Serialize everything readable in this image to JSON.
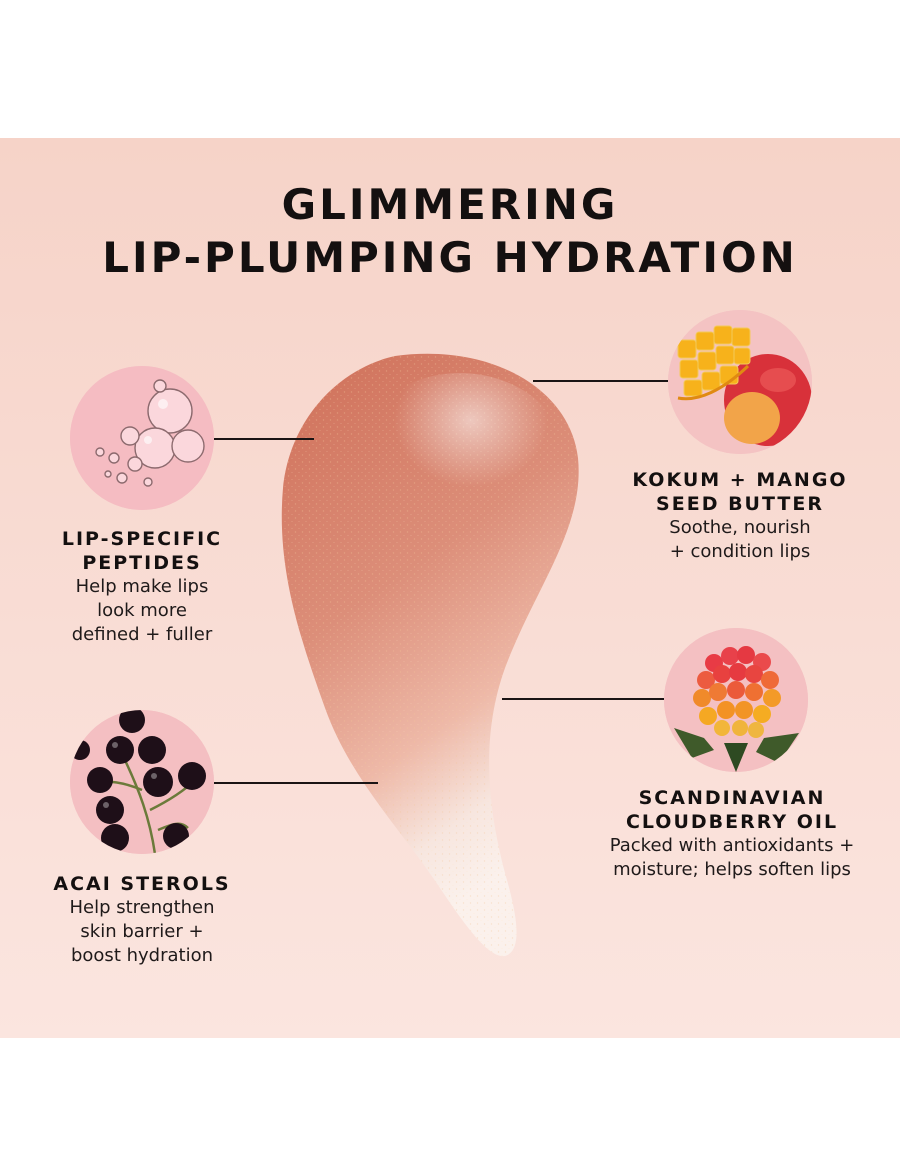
{
  "title": {
    "line1": "GLIMMERING",
    "line2": "LIP-PLUMPING HYDRATION"
  },
  "ingredients": [
    {
      "name_line1": "LIP-SPECIFIC",
      "name_line2": "PEPTIDES",
      "desc_line1": "Help make lips",
      "desc_line2": "look more",
      "desc_line3": "defined + fuller",
      "icon": "oil-bubbles-icon"
    },
    {
      "name_line1": "ACAI STEROLS",
      "desc_line1": "Help strengthen",
      "desc_line2": "skin barrier +",
      "desc_line3": "boost hydration",
      "icon": "acai-berries-icon"
    },
    {
      "name_line1": "KOKUM + MANGO",
      "name_line2": "SEED BUTTER",
      "desc_line1": "Soothe, nourish",
      "desc_line2": "+ condition lips",
      "icon": "mango-icon"
    },
    {
      "name_line1": "SCANDINAVIAN",
      "name_line2": "CLOUDBERRY OIL",
      "desc_line1": "Packed with  antioxidants +",
      "desc_line2": "moisture; helps soften lips",
      "icon": "cloudberry-icon"
    }
  ],
  "colors": {
    "background": "#f7d6cc",
    "swatch": "#d9826c",
    "circle": "#f4c2c4",
    "text": "#141010"
  }
}
